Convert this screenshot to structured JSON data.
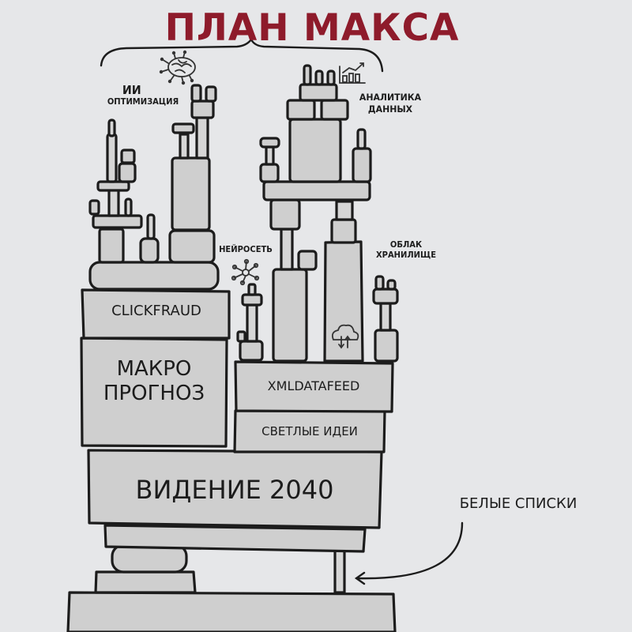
{
  "title": "ПЛАН МАКСА",
  "colors": {
    "title": "#8e1b2b",
    "background": "#e6e7e9",
    "block_fill": "#cfcfcf",
    "outline": "#1c1c1c"
  },
  "annotations": {
    "ai_optimization": {
      "line1": "ИИ",
      "line2": "ОПТИМИЗАЦИЯ",
      "icon": "brain-circuit-icon"
    },
    "data_analytics": {
      "line1": "АНАЛИТИКА",
      "line2": "ДАННЫХ",
      "icon": "bar-chart-icon"
    },
    "neural_network": {
      "label": "НЕЙРОСЕТЬ",
      "icon": "network-nodes-icon"
    },
    "cloud_storage": {
      "line1": "ОБЛАК",
      "line2": "ХРАНИЛИЩЕ",
      "icon": "cloud-upload-icon"
    },
    "whitelists": {
      "label": "БЕЛЫЕ СПИСКИ",
      "icon": "curved-arrow-icon"
    }
  },
  "blocks": {
    "clickfraud": "CLICKFRAUD",
    "macro_forecast": {
      "line1": "МАКРО",
      "line2": "ПРОГНОЗ"
    },
    "xmldatafeed": "XMLDATAFEED",
    "bright_ideas": "СВЕТЛЫЕ ИДЕИ",
    "vision_2040": "ВИДЕНИЕ 2040"
  }
}
